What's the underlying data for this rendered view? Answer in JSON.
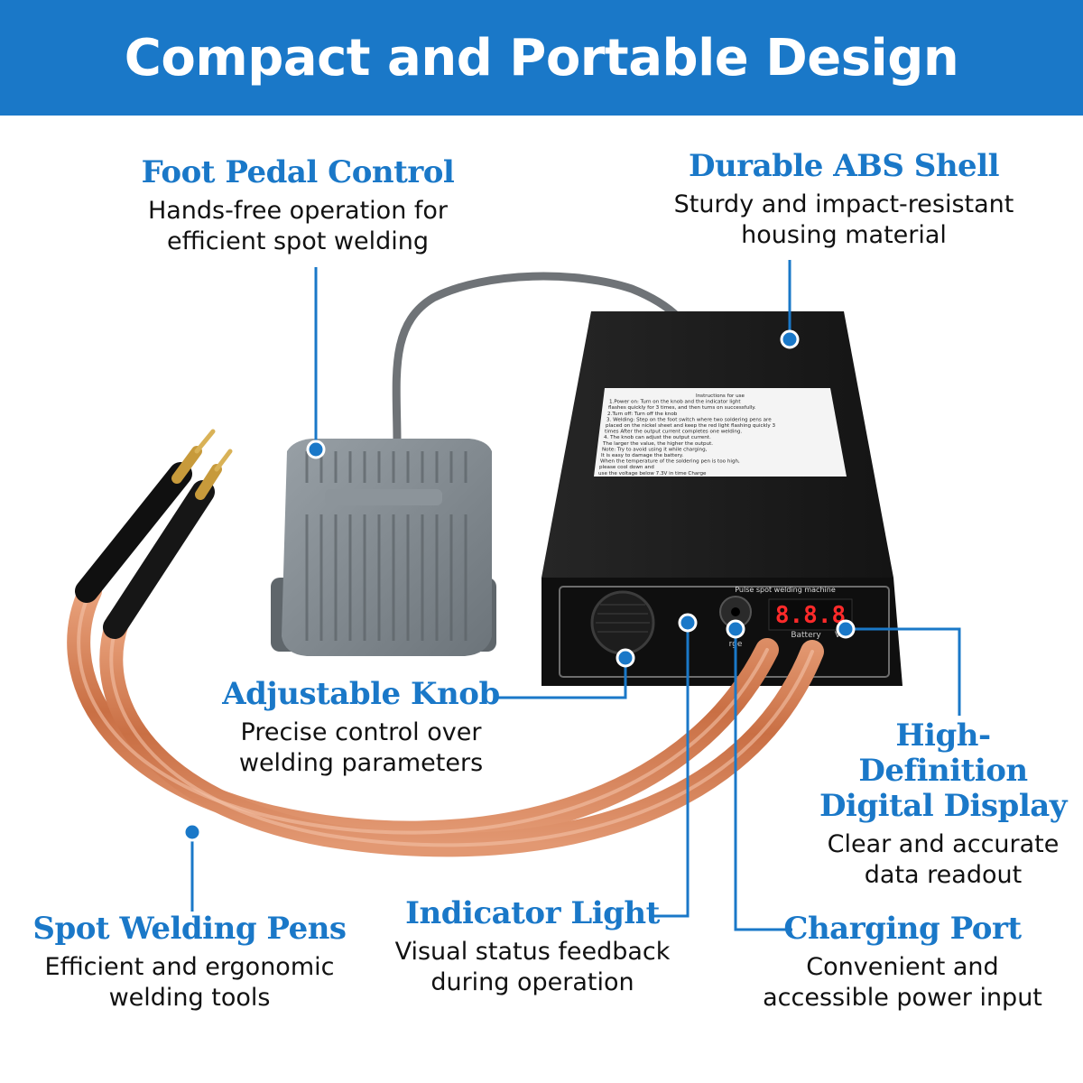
{
  "banner": {
    "title": "Compact and Portable Design"
  },
  "colors": {
    "accent": "#1a78c8",
    "copper": "#d9845a",
    "device": "#1a1a1a",
    "pedal": "#7d868c",
    "display_digits": "#ff2a2a"
  },
  "callouts": {
    "foot_pedal": {
      "title": "Foot Pedal Control",
      "desc_line1": "Hands-free operation for",
      "desc_line2": "efficient spot welding"
    },
    "abs_shell": {
      "title": "Durable ABS Shell",
      "desc_line1": "Sturdy and impact-resistant",
      "desc_line2": "housing material"
    },
    "knob": {
      "title": "Adjustable Knob",
      "desc_line1": "Precise control over",
      "desc_line2": "welding parameters"
    },
    "display": {
      "title_line1": "High-Definition",
      "title_line2": "Digital Display",
      "desc_line1": "Clear and accurate",
      "desc_line2": "data readout"
    },
    "pens": {
      "title": "Spot Welding Pens",
      "desc_line1": "Efficient and ergonomic",
      "desc_line2": "welding tools"
    },
    "indicator": {
      "title": "Indicator Light",
      "desc_line1": "Visual status feedback",
      "desc_line2": "during operation"
    },
    "charging": {
      "title": "Charging Port",
      "desc_line1": "Convenient and",
      "desc_line2": "accessible power input"
    }
  },
  "device": {
    "panel_label": "Pulse spot welding machine",
    "display_value": "8.8.8",
    "label_battery": "Battery",
    "label_volt": "Vol",
    "label_charge": "rge",
    "instructions": [
      "Instructions for use",
      "1.Power on: Turn on the knob and the indicator light",
      "flashes quickly for 3 times, and then turns on successfully.",
      "2.Turn off: Turn off the knob",
      "3. Welding: Step on the foot switch where two soldering pens are",
      "placed on the nickel sheet and keep the red light flashing quickly 3",
      "times After the output current completes one welding.",
      "4. The knob can adjust the output current.",
      "The larger the value, the higher the output.",
      "Note: Try to avoid using it while charging,",
      "It is easy to damage the battery.",
      "When the temperature of the soldering pen is too high,",
      "please cool down and",
      "use the voltage below 7.3V in time Charge"
    ]
  }
}
